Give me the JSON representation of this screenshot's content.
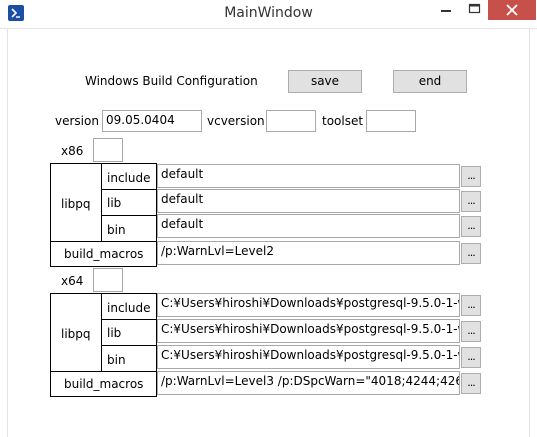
{
  "window": {
    "title": "MainWindow"
  },
  "header": {
    "heading": "Windows Build Configuration",
    "save_label": "save",
    "end_label": "end"
  },
  "version": {
    "version_label": "version",
    "version_value": "09.05.0404",
    "vcversion_label": "vcversion",
    "vcversion_value": "",
    "toolset_label": "toolset",
    "toolset_value": ""
  },
  "x86": {
    "label": "x86",
    "value": "",
    "group_label": "libpq",
    "include_label": "include",
    "include_value": "default",
    "lib_label": "lib",
    "lib_value": "default",
    "bin_label": "bin",
    "bin_value": "default",
    "macros_label": "build_macros",
    "macros_value": "/p:WarnLvl=Level2"
  },
  "x64": {
    "label": "x64",
    "value": "",
    "group_label": "libpq",
    "include_label": "include",
    "include_value": "C:¥Users¥hiroshi¥Downloads¥postgresql-9.5.0-1-w",
    "lib_label": "lib",
    "lib_value": "C:¥Users¥hiroshi¥Downloads¥postgresql-9.5.0-1-w",
    "bin_label": "bin",
    "bin_value": "C:¥Users¥hiroshi¥Downloads¥postgresql-9.5.0-1-w",
    "macros_label": "build_macros",
    "macros_value": "/p:WarnLvl=Level3 /p:DSpcWarn=\"4018;4244;426"
  },
  "browse_label": "..."
}
